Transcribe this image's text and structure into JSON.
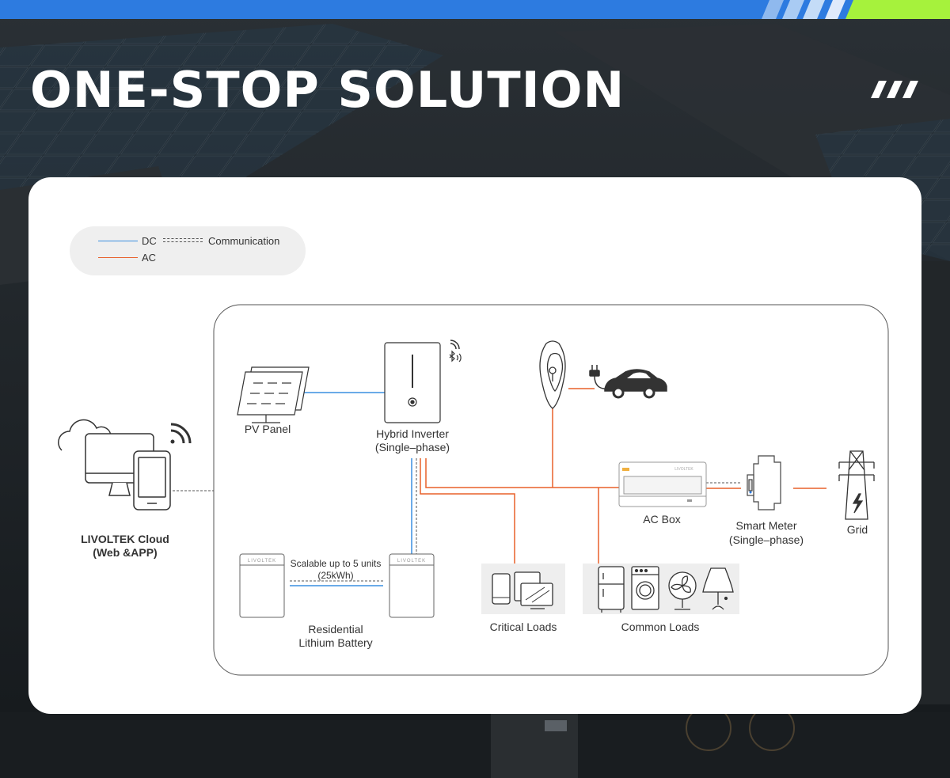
{
  "header": {
    "title": "ONE-STOP SOLUTION",
    "accent_blue": "#2d7be0",
    "accent_green": "#a6f23c"
  },
  "legend": {
    "dc_label": "DC",
    "ac_label": "AC",
    "communication_label": "Communication",
    "dc_color": "#3a8fe0",
    "ac_color": "#e8602a",
    "communication_color": "#555555"
  },
  "nodes": {
    "cloud": {
      "line1": "LIVOLTEK Cloud",
      "line2": "(Web &APP)"
    },
    "pv_panel": {
      "label": "PV Panel"
    },
    "inverter": {
      "line1": "Hybrid Inverter",
      "line2": "(Single–phase)"
    },
    "ac_box": {
      "label": "AC Box",
      "brand": "LIVOLTEK"
    },
    "smart_meter": {
      "line1": "Smart Meter",
      "line2": "(Single–phase)"
    },
    "grid": {
      "label": "Grid"
    },
    "critical_loads": {
      "label": "Critical Loads"
    },
    "common_loads": {
      "label": "Common Loads"
    },
    "battery": {
      "line1": "Residential",
      "line2": "Lithium Battery",
      "brand": "LIVOLTEK",
      "scalable_line1": "Scalable up to 5 units",
      "scalable_line2": "(25kWh)"
    }
  }
}
